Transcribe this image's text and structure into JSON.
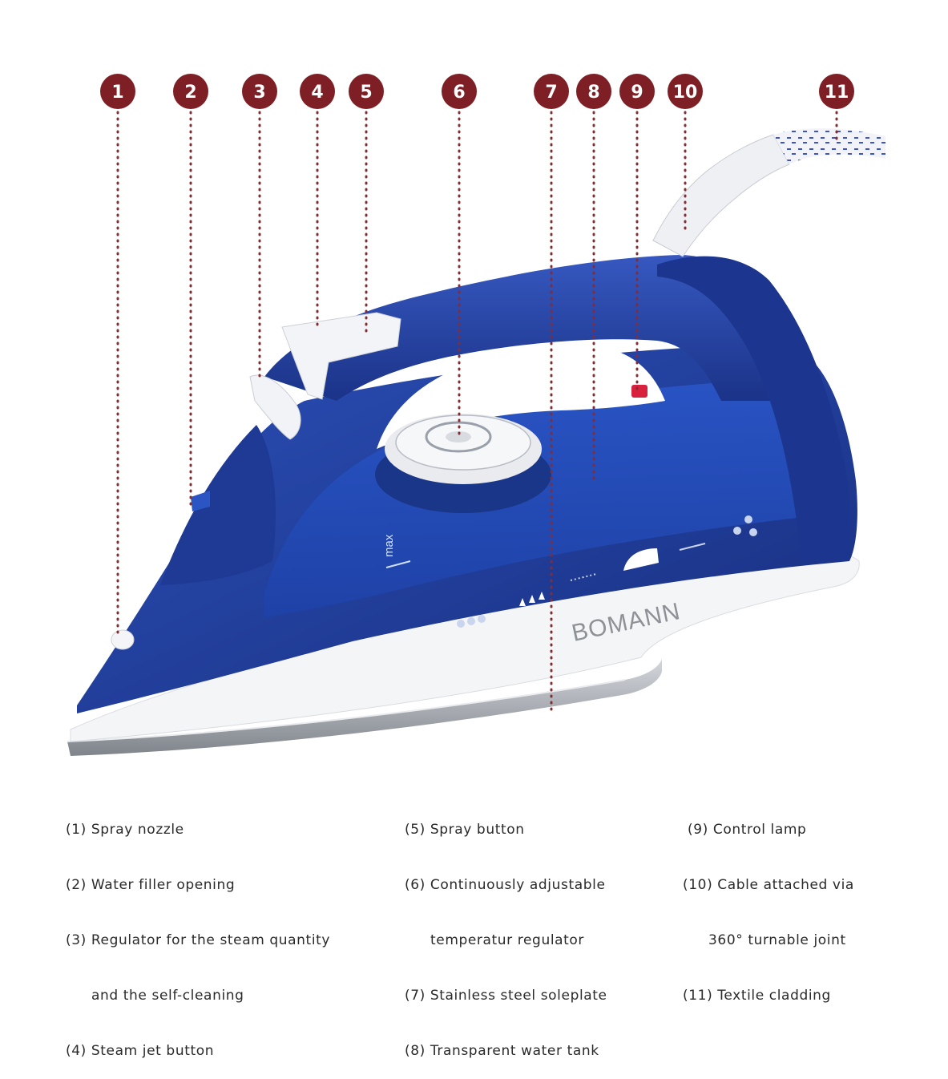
{
  "brand": "BOMANN",
  "tank_mark": "max",
  "colors": {
    "marker_fill": "#7d1f24",
    "leader_line": "#8a2a2f",
    "body_blue_dark": "#1a3184",
    "body_blue": "#2545a8",
    "body_white": "#f4f5f7",
    "soleplate": "#a9adb3"
  },
  "markers": [
    "1",
    "2",
    "3",
    "4",
    "5",
    "6",
    "7",
    "8",
    "9",
    "10",
    "11"
  ],
  "legend": {
    "left": [
      {
        "text": "(1) Spray nozzle"
      },
      {
        "text": "(2) Water filler opening"
      },
      {
        "text": "(3) Regulator for the steam quantity"
      },
      {
        "text": "and the self-cleaning",
        "cont": true
      },
      {
        "text": "(4) Steam jet button"
      }
    ],
    "middle": [
      {
        "text": "(5) Spray button"
      },
      {
        "text": "(6) Continuously adjustable"
      },
      {
        "text": "temperatur regulator",
        "cont": true
      },
      {
        "text": "(7) Stainless steel soleplate"
      },
      {
        "text": "(8) Transparent water tank"
      }
    ],
    "right": [
      {
        "text": " (9) Control lamp"
      },
      {
        "text": "(10) Cable attached via"
      },
      {
        "text": "360° turnable joint",
        "cont": true
      },
      {
        "text": "(11) Textile cladding"
      }
    ]
  }
}
